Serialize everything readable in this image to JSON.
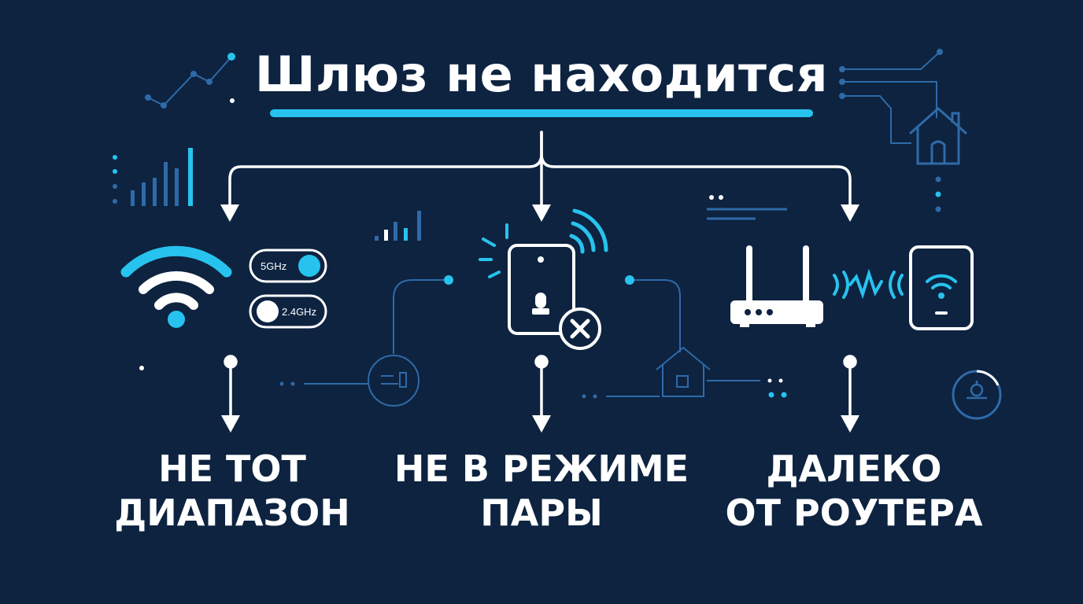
{
  "title": "Шлюз не находится",
  "causes": [
    {
      "line1": "НЕ ТОТ",
      "line2": "ДИАПАЗОН"
    },
    {
      "line1": "НЕ В РЕЖИМЕ",
      "line2": "ПАРЫ"
    },
    {
      "line1": "ДАЛЕКО",
      "line2": "ОТ РОУТЕРА"
    }
  ],
  "toggles": [
    {
      "label": "5GHz",
      "state": "on"
    },
    {
      "label": "2.4GHz",
      "state": "off"
    }
  ],
  "icons": [
    "wifi-icon",
    "phone-icon",
    "close-icon",
    "router-icon",
    "tablet-icon",
    "home-icon",
    "signal-bars-icon",
    "trend-chart-icon"
  ],
  "colors": {
    "background": "#0d2340",
    "accent": "#27c3ee",
    "text": "#ffffff",
    "muted": "#2f6aa8"
  }
}
